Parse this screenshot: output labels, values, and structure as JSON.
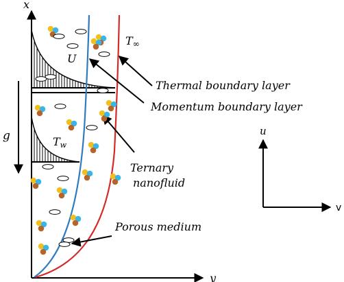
{
  "axes": {
    "x_label": "x",
    "y_label": "y"
  },
  "labels": {
    "t_inf_main": "T",
    "t_inf_sub": "∞",
    "u_free": "U",
    "t_w_main": "T",
    "t_w_sub": "w",
    "gravity": "g",
    "thermal": "Thermal boundary layer",
    "momentum": "Momentum boundary layer",
    "ternary_line1": "Ternary",
    "ternary_line2": "nanofluid",
    "porous": "Porous medium"
  },
  "velocity_axes": {
    "u_label": "u",
    "v_label": "v"
  },
  "colors": {
    "momentum_curve": "#2e7bbd",
    "thermal_curve": "#d42a2a",
    "particle_yellow": "#f2c01e",
    "particle_blue": "#39b6e8",
    "particle_brown": "#b5642a",
    "ink": "#000000"
  }
}
